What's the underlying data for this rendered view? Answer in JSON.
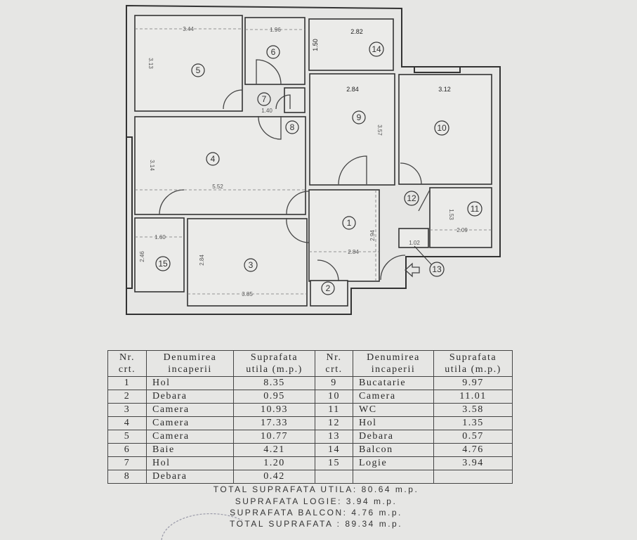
{
  "floor_plan": {
    "room_numbers": [
      "1",
      "2",
      "3",
      "4",
      "5",
      "6",
      "7",
      "8",
      "9",
      "10",
      "11",
      "12",
      "13",
      "14",
      "15"
    ],
    "dimensions": {
      "r5_width": "3.44",
      "r5_height": "3.13",
      "r6_width": "1.96",
      "r14_width": "2.82",
      "r14_height": "1.50",
      "r9_width": "2.84",
      "r9_height": "3.57",
      "r10_width": "3.12",
      "r7_width": "1.40",
      "r4_width": "5.52",
      "r4_height": "3.14",
      "r15_width": "1.60",
      "r15_height": "2.46",
      "r3_width": "3.85",
      "r3_height": "2.84",
      "r1_width": "2.84",
      "r1_height": "2.94",
      "r11_width": "2.09",
      "r11_height": "1.53",
      "r13_width": "1.02"
    }
  },
  "table": {
    "headers": {
      "nr": [
        "Nr.",
        "crt."
      ],
      "name": [
        "Denumirea",
        "incaperii"
      ],
      "area": [
        "Suprafata",
        "utila (m.p.)"
      ]
    },
    "rows": [
      {
        "left": {
          "nr": "1",
          "name": "Hol",
          "area": "8.35"
        },
        "right": {
          "nr": "9",
          "name": "Bucatarie",
          "area": "9.97"
        }
      },
      {
        "left": {
          "nr": "2",
          "name": "Debara",
          "area": "0.95"
        },
        "right": {
          "nr": "10",
          "name": "Camera",
          "area": "11.01"
        }
      },
      {
        "left": {
          "nr": "3",
          "name": "Camera",
          "area": "10.93"
        },
        "right": {
          "nr": "11",
          "name": "WC",
          "area": "3.58"
        }
      },
      {
        "left": {
          "nr": "4",
          "name": "Camera",
          "area": "17.33"
        },
        "right": {
          "nr": "12",
          "name": "Hol",
          "area": "1.35"
        }
      },
      {
        "left": {
          "nr": "5",
          "name": "Camera",
          "area": "10.77"
        },
        "right": {
          "nr": "13",
          "name": "Debara",
          "area": "0.57"
        }
      },
      {
        "left": {
          "nr": "6",
          "name": "Baie",
          "area": "4.21"
        },
        "right": {
          "nr": "14",
          "name": "Balcon",
          "area": "4.76"
        }
      },
      {
        "left": {
          "nr": "7",
          "name": "Hol",
          "area": "1.20"
        },
        "right": {
          "nr": "15",
          "name": "Logie",
          "area": "3.94"
        }
      },
      {
        "left": {
          "nr": "8",
          "name": "Debara",
          "area": "0.42"
        },
        "right": {
          "nr": "",
          "name": "",
          "area": ""
        }
      }
    ]
  },
  "totals": {
    "total_utila": "TOTAL SUPRAFATA UTILA: 80.64 m.p.",
    "logie": "SUPRAFATA LOGIE: 3.94 m.p.",
    "balcon": "SUPRAFATA BALCON: 4.76 m.p.",
    "total": "TOTAL SUPRAFATA : 89.34 m.p."
  }
}
